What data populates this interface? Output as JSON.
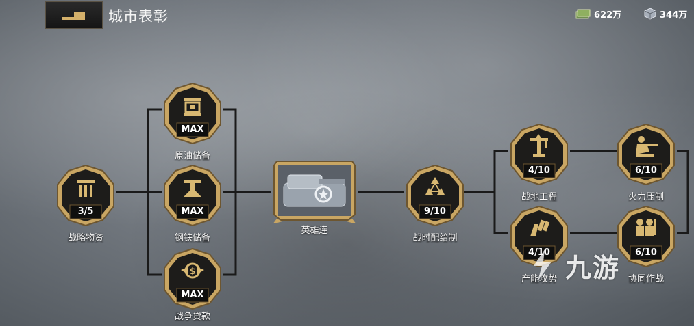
{
  "header": {
    "page_title": "城市表彰",
    "back_icon": "back-arrow-icon"
  },
  "resources": {
    "cash": {
      "icon": "cash-stack-icon",
      "value": "622万"
    },
    "steel": {
      "icon": "steel-cube-icon",
      "value": "344万"
    }
  },
  "nodes": {
    "strategic_supplies": {
      "label": "战略物资",
      "level": "3/5",
      "icon": "supply-crate-icon"
    },
    "oil_reserve": {
      "label": "原油储备",
      "level": "MAX",
      "icon": "oil-barrel-icon"
    },
    "steel_reserve": {
      "label": "钢铁储备",
      "level": "MAX",
      "icon": "steel-beam-icon"
    },
    "war_loan": {
      "label": "战争贷款",
      "level": "MAX",
      "icon": "dollar-coin-icon"
    },
    "hero_company": {
      "label": "英雄连",
      "icon": "tank-star-icon"
    },
    "wartime_rationing": {
      "label": "战时配给制",
      "level": "9/10",
      "icon": "recycle-triangle-icon"
    },
    "field_engineering": {
      "label": "战地工程",
      "level": "4/10",
      "icon": "crane-icon"
    },
    "fire_suppression": {
      "label": "火力压制",
      "level": "6/10",
      "icon": "soldier-aiming-icon"
    },
    "production_offensive": {
      "label": "产能攻势",
      "level": "4/10",
      "icon": "hand-coins-icon"
    },
    "coordinated_ops": {
      "label": "协同作战",
      "level": "6/10",
      "icon": "soldiers-group-icon"
    }
  },
  "watermark": {
    "text": "九游",
    "icon": "jiuyou-logo-icon"
  },
  "colors": {
    "gold": "#c9a663",
    "gold_dark": "#7a6236",
    "badge_bg": "#1d1c1a",
    "line": "#1a1a1a"
  }
}
